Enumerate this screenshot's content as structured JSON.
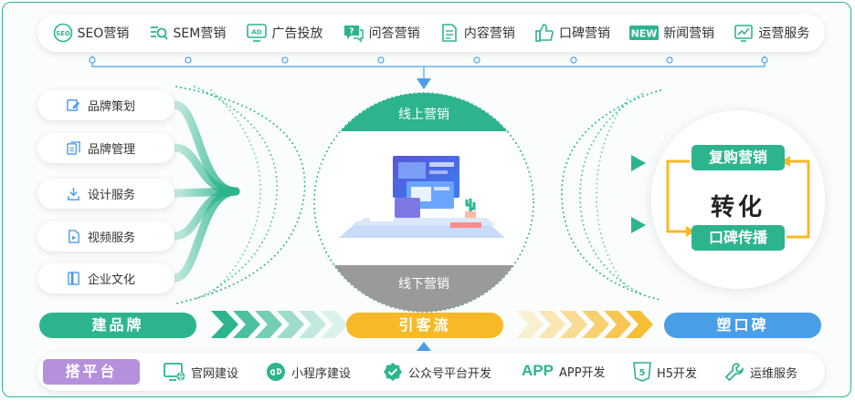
{
  "top_bar": {
    "items": [
      {
        "label": "SEO营销",
        "icon": "seo-icon"
      },
      {
        "label": "SEM营销",
        "icon": "sem-search-icon"
      },
      {
        "label": "广告投放",
        "icon": "ad-icon"
      },
      {
        "label": "问答营销",
        "icon": "chat-question-icon"
      },
      {
        "label": "内容营销",
        "icon": "document-icon"
      },
      {
        "label": "口碑营销",
        "icon": "thumbs-up-icon"
      },
      {
        "label": "新闻营销",
        "icon": "new-badge-icon"
      },
      {
        "label": "运营服务",
        "icon": "chart-monitor-icon"
      }
    ],
    "new_badge_text": "NEW"
  },
  "left_items": [
    {
      "label": "品牌策划",
      "icon": "edit-icon"
    },
    {
      "label": "品牌管理",
      "icon": "copy-icon"
    },
    {
      "label": "设计服务",
      "icon": "download-icon"
    },
    {
      "label": "视频服务",
      "icon": "video-icon"
    },
    {
      "label": "企业文化",
      "icon": "book-icon"
    }
  ],
  "center": {
    "online_label": "线上营销",
    "offline_label": "线下营销"
  },
  "conversion": {
    "title": "转化",
    "repurchase": "复购营销",
    "word_of_mouth": "口碑传播"
  },
  "stages": {
    "build_brand": "建品牌",
    "attract_traffic": "引客流",
    "shape_reputation": "塑口碑"
  },
  "bottom_bar": {
    "platform_label": "搭平台",
    "items": [
      {
        "label": "官网建设",
        "icon": "website-icon"
      },
      {
        "label": "小程序建设",
        "icon": "mini-program-icon"
      },
      {
        "label": "公众号平台开发",
        "icon": "badge-check-icon"
      },
      {
        "label": "APP开发",
        "icon": "app-icon"
      },
      {
        "label": "H5开发",
        "icon": "html5-icon"
      },
      {
        "label": "运维服务",
        "icon": "wrench-icon"
      }
    ],
    "app_icon_text": "APP",
    "h5_icon_text": "5"
  },
  "colors": {
    "green": "#2db48f",
    "orange": "#f7b928",
    "blue": "#4a9ee8",
    "purple": "#b590dc",
    "gray": "#9a9a9a"
  }
}
